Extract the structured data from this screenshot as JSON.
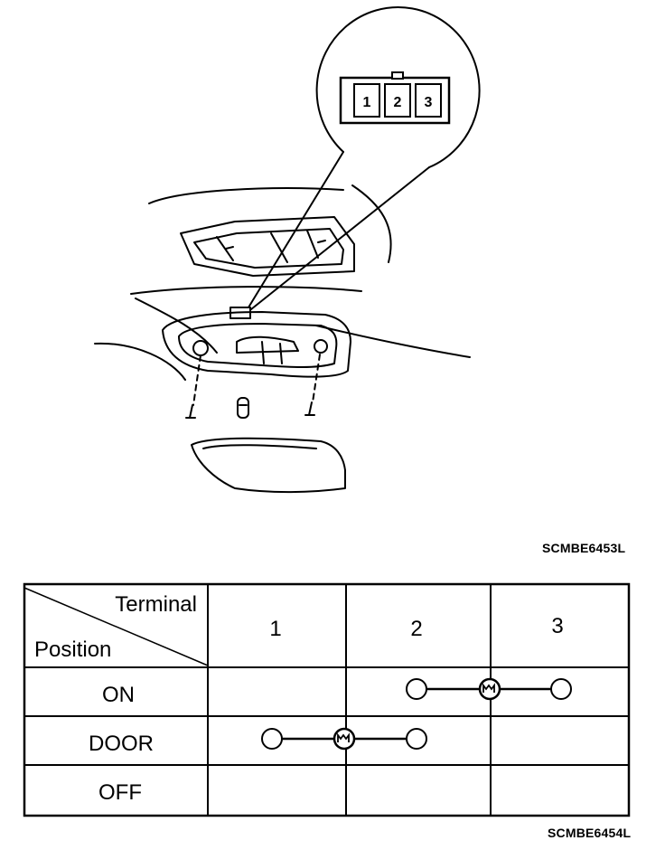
{
  "connector": {
    "pins": [
      "1",
      "2",
      "3"
    ]
  },
  "figure_codes": {
    "illustration": "SCMBE6453L",
    "table": "SCMBE6454L"
  },
  "table": {
    "header_terminal": "Terminal",
    "header_position": "Position",
    "terminals": [
      "1",
      "2",
      "3"
    ],
    "rows": [
      {
        "position": "ON",
        "circuit": "2-3"
      },
      {
        "position": "DOOR",
        "circuit": "1-2"
      },
      {
        "position": "OFF",
        "circuit": ""
      }
    ]
  }
}
